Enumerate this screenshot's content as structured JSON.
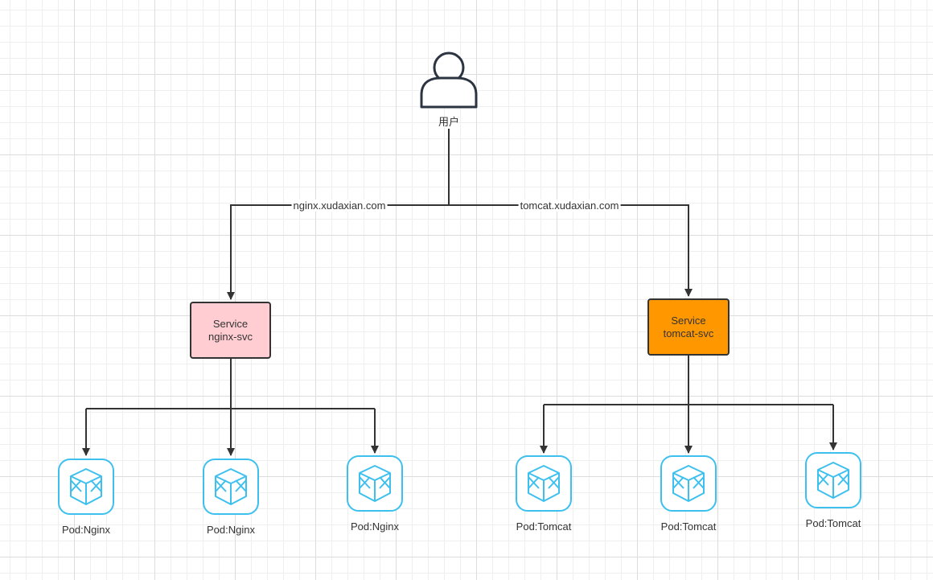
{
  "user": {
    "label": "用户"
  },
  "edges": {
    "nginx_host": "nginx.xudaxian.com",
    "tomcat_host": "tomcat.xudaxian.com"
  },
  "services": [
    {
      "line1": "Service",
      "line2": "nginx-svc",
      "fill": "#ffcdd2"
    },
    {
      "line1": "Service",
      "line2": "tomcat-svc",
      "fill": "#ff9800"
    }
  ],
  "pods": [
    {
      "label": "Pod:Nginx"
    },
    {
      "label": "Pod:Nginx"
    },
    {
      "label": "Pod:Nginx"
    },
    {
      "label": "Pod:Tomcat"
    },
    {
      "label": "Pod:Tomcat"
    },
    {
      "label": "Pod:Tomcat"
    }
  ],
  "colors": {
    "line": "#333333",
    "pod_stroke": "#3ec0ef",
    "user_stroke": "#2b3440"
  }
}
